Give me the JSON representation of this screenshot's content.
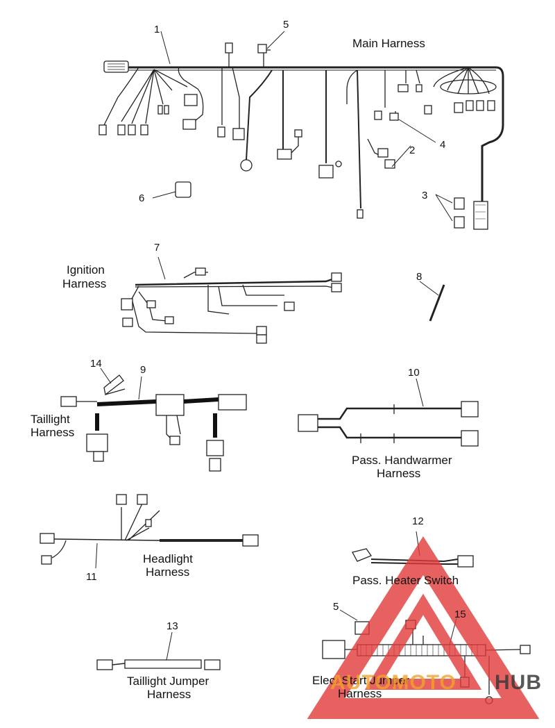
{
  "callouts": {
    "n1": "1",
    "n2": "2",
    "n3": "3",
    "n4": "4",
    "n5a": "5",
    "n5b": "5",
    "n6": "6",
    "n7": "7",
    "n8": "8",
    "n9": "9",
    "n10": "10",
    "n11": "11",
    "n12": "12",
    "n13": "13",
    "n14": "14",
    "n15": "15"
  },
  "labels": {
    "main_harness": "Main Harness",
    "ignition_l1": "Ignition",
    "ignition_l2": "Harness",
    "taillight_l1": "Taillight",
    "taillight_l2": "Harness",
    "handwarmer_l1": "Pass. Handwarmer",
    "handwarmer_l2": "Harness",
    "headlight_l1": "Headlight",
    "headlight_l2": "Harness",
    "heater_switch": "Pass. Heater Switch",
    "tl_jumper_l1": "Taillight Jumper",
    "tl_jumper_l2": "Harness",
    "elec_l1": "Elec. Start Jumper",
    "elec_l2": "Harness"
  },
  "watermark": {
    "part1": "AUTOMOTO",
    "part2": "HUB",
    "color_red": "#e23a3a",
    "color_orange": "#f2a32a",
    "color_dark": "#3a3a3a"
  }
}
